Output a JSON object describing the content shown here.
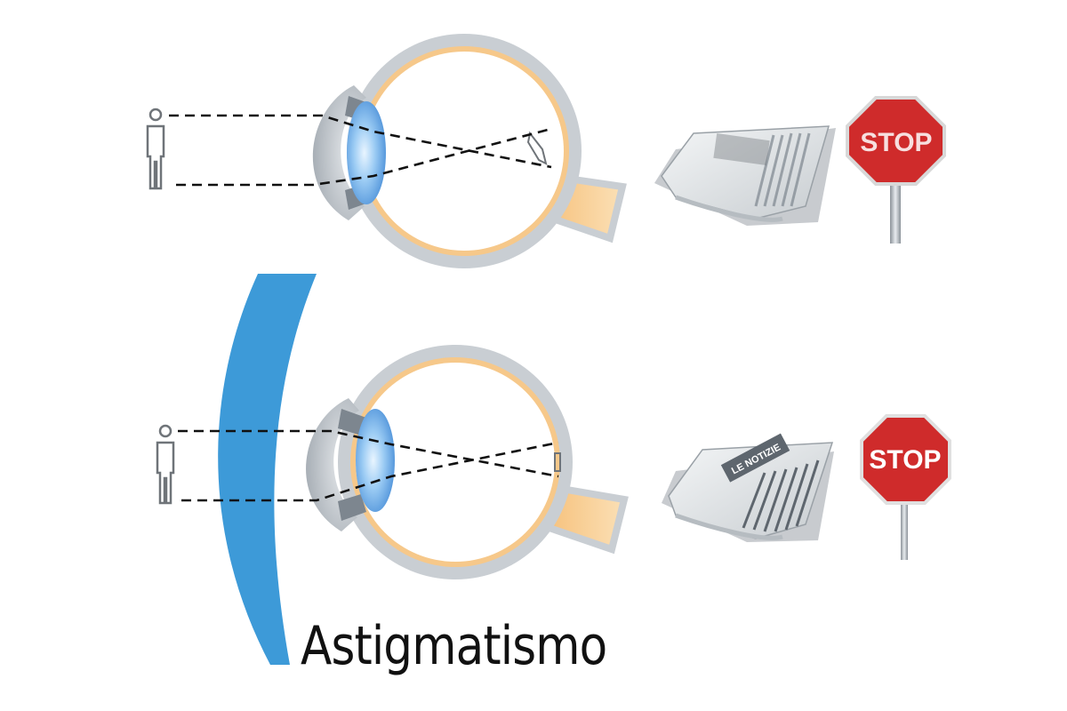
{
  "caption": "Astigmatismo",
  "sign_text": "STOP",
  "newspaper_masthead": "LE NOTIZIE",
  "colors": {
    "lens": "#3d9ad8",
    "eye_wall": "#c9ced3",
    "eye_inner": "#f6c88a",
    "optic_nerve": "#f8cf97",
    "crystalline": "#8fc4f2",
    "stop_red": "#cf2b2b",
    "ray": "#111111"
  },
  "panels": [
    {
      "name": "uncorrected",
      "focus": "distorted",
      "corrective_lens": false
    },
    {
      "name": "corrected",
      "focus": "sharp",
      "corrective_lens": true
    }
  ]
}
